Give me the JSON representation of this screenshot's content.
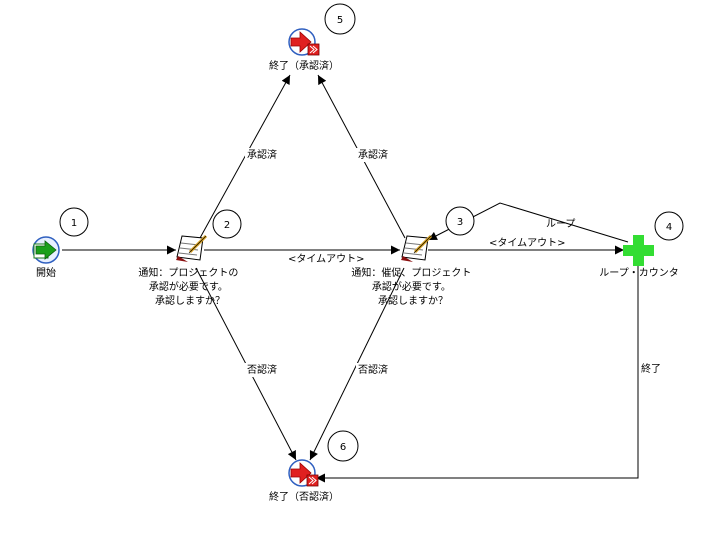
{
  "nodes": {
    "start": {
      "label": "開始",
      "number": "1",
      "icon": "start-arrow-icon"
    },
    "notify1": {
      "label_lines": [
        "通知：プロジェクトの",
        "承認が必要です。",
        "承認しますか？"
      ],
      "number": "2",
      "icon": "notepad-pencil-icon"
    },
    "notify2": {
      "label_lines": [
        "通知：催促、プロジェクト",
        "承認が必要です。",
        "承認しますか？"
      ],
      "number": "3",
      "icon": "notepad-pencil-icon"
    },
    "loop_counter": {
      "label": "ループ・カウンタ",
      "number": "4",
      "icon": "green-plus-icon"
    },
    "end_approved": {
      "label": "終了（承認済）",
      "number": "5",
      "icon": "end-arrow-icon"
    },
    "end_rejected": {
      "label": "終了（否認済）",
      "number": "6",
      "icon": "end-arrow-icon"
    }
  },
  "edges": {
    "approved_left": "承認済",
    "approved_right": "承認済",
    "timeout_1": "<タイムアウト>",
    "timeout_2": "<タイムアウト>",
    "loop": "ループ",
    "rejected_left": "否認済",
    "rejected_right": "否認済",
    "end": "終了"
  },
  "colors": {
    "line": "#000000",
    "end_icon_red": "#e02020",
    "start_icon_green": "#1aa01a",
    "plus_green": "#33dd33",
    "icon_ring_blue": "#3060c0"
  }
}
